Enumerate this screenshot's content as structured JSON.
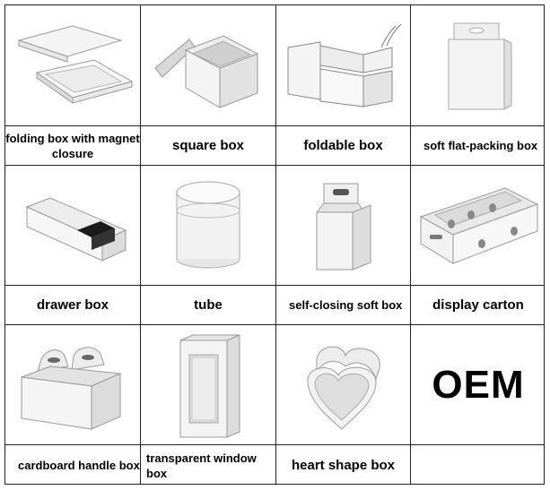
{
  "products": [
    {
      "id": "folding",
      "label": "folding box with magnet closure"
    },
    {
      "id": "square",
      "label": "square box"
    },
    {
      "id": "foldable",
      "label": "foldable box"
    },
    {
      "id": "softflat",
      "label": "soft flat-packing box"
    },
    {
      "id": "drawer",
      "label": "drawer box"
    },
    {
      "id": "tube",
      "label": "tube"
    },
    {
      "id": "selfclosing",
      "label": "self-closing soft box"
    },
    {
      "id": "display",
      "label": "display carton"
    },
    {
      "id": "handle",
      "label": "cardboard handle box"
    },
    {
      "id": "window",
      "label": "transparent window box"
    },
    {
      "id": "heart",
      "label": "heart shape box"
    }
  ],
  "oem_text": "OEM"
}
